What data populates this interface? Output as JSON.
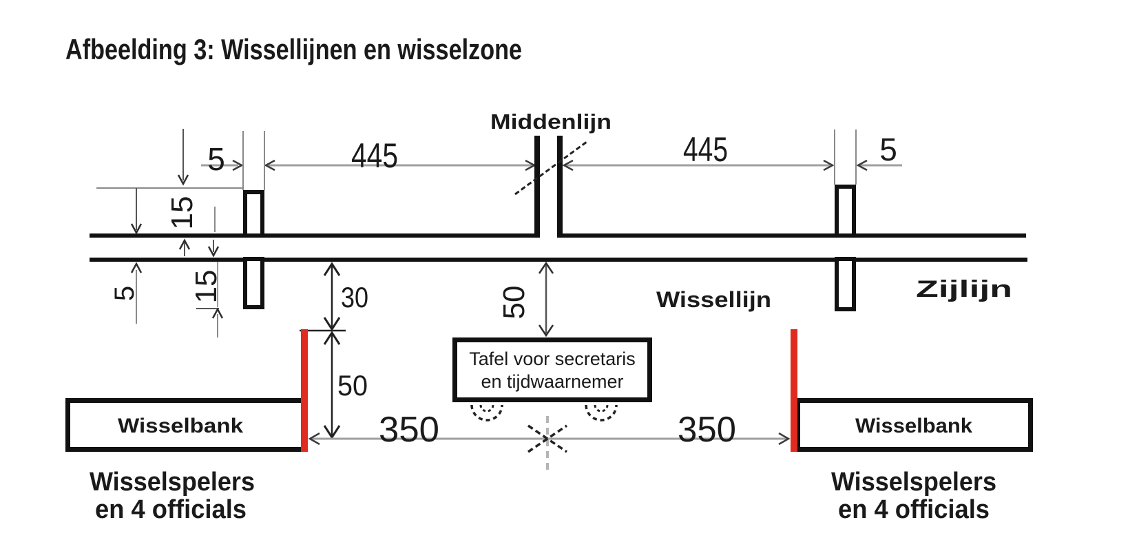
{
  "title": "Afbeelding 3: Wissellijnen en wisselzone",
  "labels": {
    "middenlijn": "Middenlijn",
    "wissellijn": "Wissellijn",
    "zijlijn": "Zijlijn",
    "wisselbank_left": "Wisselbank",
    "wisselbank_right": "Wisselbank",
    "bench_left_line1": "Wisselspelers",
    "bench_left_line2": "en 4 officials",
    "bench_right_line1": "Wisselspelers",
    "bench_right_line2": "en 4 officials",
    "table_line1": "Tafel voor secretaris",
    "table_line2": "en tijdwaarnemer"
  },
  "dimensions": {
    "mark_width_left": "5",
    "half_field_left": "445",
    "half_field_right": "445",
    "mark_width_right": "5",
    "mark_above_sideline": "15",
    "mark_below_sideline": "15",
    "sideline_width": "5",
    "zone_line_offset": "30",
    "bench_offset": "50",
    "table_offset": "50",
    "zone_half_left": "350",
    "zone_half_right": "350"
  },
  "colors": {
    "zone_line_red": "#e02b20",
    "dimension_gray": "#9f9f9f",
    "ink": "#1a1a1a"
  }
}
